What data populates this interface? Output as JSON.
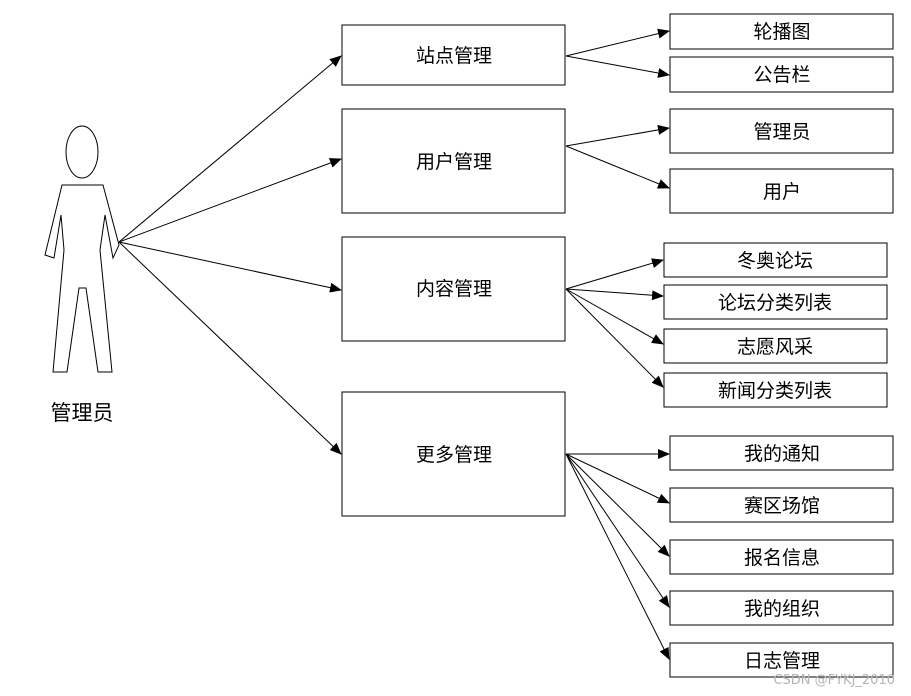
{
  "actor": {
    "label": "管理员"
  },
  "groups": [
    {
      "label": "站点管理",
      "children": [
        "轮播图",
        "公告栏"
      ]
    },
    {
      "label": "用户管理",
      "children": [
        "管理员",
        "用户"
      ]
    },
    {
      "label": "内容管理",
      "children": [
        "冬奥论坛",
        "论坛分类列表",
        "志愿风采",
        "新闻分类列表"
      ]
    },
    {
      "label": "更多管理",
      "children": [
        "我的通知",
        "赛区场馆",
        "报名信息",
        "我的组织",
        "日志管理"
      ]
    }
  ],
  "watermark": "CSDN @FYKJ_2010"
}
